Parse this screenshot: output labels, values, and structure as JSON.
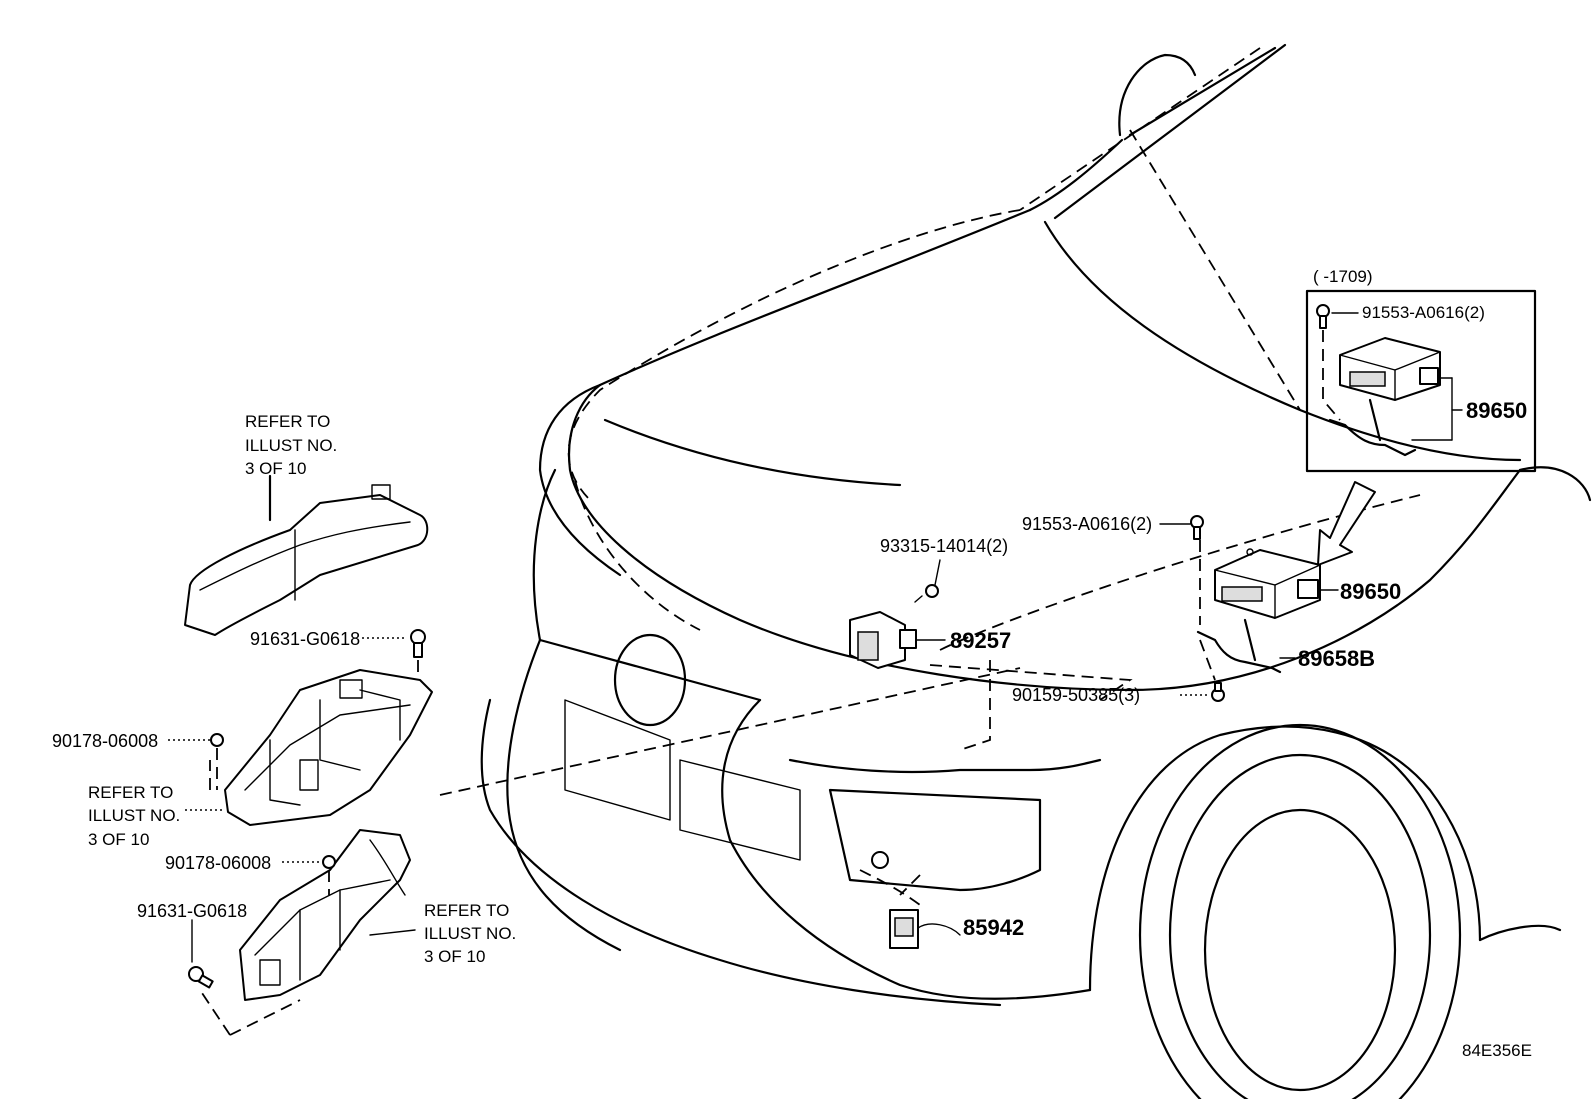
{
  "diagram": {
    "inset": {
      "range": "(        -1709)",
      "bolt": "91553-A0616(2)",
      "module": "89650"
    },
    "parts": {
      "bolt_91553": "91553-A0616(2)",
      "screw_93315": "93315-14014(2)",
      "module_89650": "89650",
      "sensor_89257": "89257",
      "bracket_89658b": "89658B",
      "bolt_90159": "90159-50385(3)",
      "sensor_85942": "85942",
      "bolt_91631_a": "91631-G0618",
      "nut_90178_a": "90178-06008",
      "nut_90178_b": "90178-06008",
      "bolt_91631_b": "91631-G0618"
    },
    "refer_notes": [
      {
        "line1": "REFER TO",
        "line2": "ILLUST NO.",
        "line3": "3 OF 10"
      },
      {
        "line1": "REFER TO",
        "line2": "ILLUST NO.",
        "line3": "3 OF 10"
      },
      {
        "line1": "REFER TO",
        "line2": "ILLUST NO.",
        "line3": "3 OF 10"
      }
    ],
    "illustration_code": "84E356E"
  }
}
